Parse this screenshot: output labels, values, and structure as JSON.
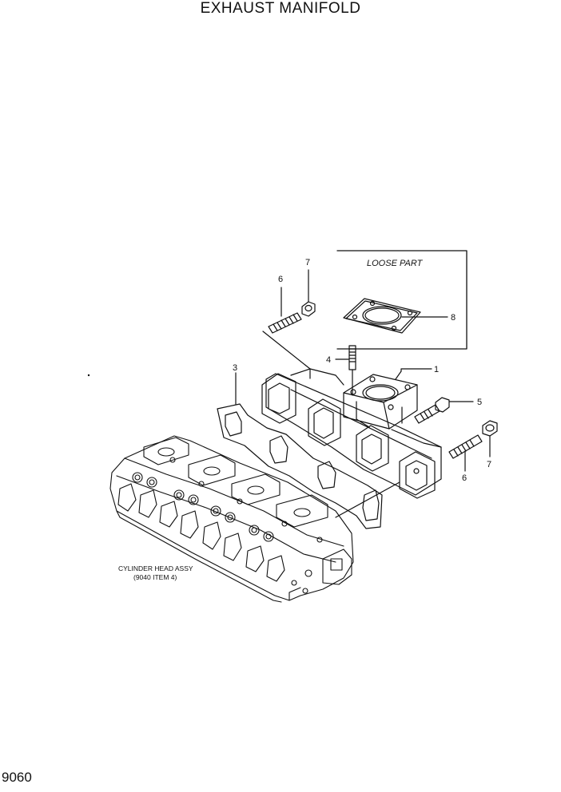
{
  "title": "EXHAUST MANIFOLD",
  "page_number": "9060",
  "loose_part_label": "LOOSE PART",
  "reference_label_line1": "CYLINDER HEAD ASSY",
  "reference_label_line2": "(9040 ITEM 4)",
  "callouts": {
    "c1": "1",
    "c3": "3",
    "c4": "4",
    "c5": "5",
    "c6a": "6",
    "c6b": "6",
    "c7a": "7",
    "c7b": "7",
    "c8": "8"
  }
}
